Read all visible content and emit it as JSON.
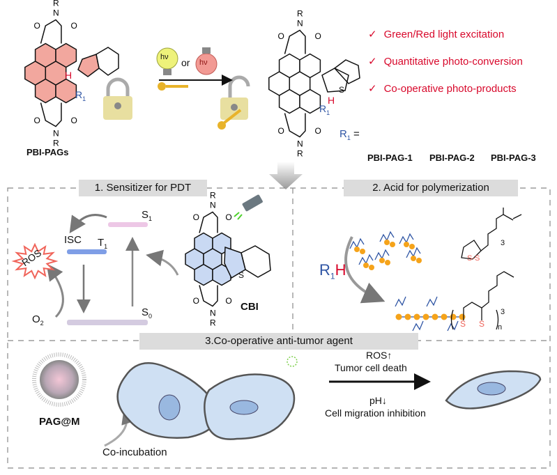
{
  "top": {
    "left_label": "PBI-PAGs",
    "or_label": "or",
    "hv_label": "hν",
    "features": [
      "Green/Red light excitation",
      "Quantitative photo-conversion",
      "Co-operative photo-products"
    ],
    "check_symbol": "✓",
    "r1_label": "R",
    "r1_sub": "1",
    "equals": "=",
    "variants": [
      "PBI-PAG-1",
      "PBI-PAG-2",
      "PBI-PAG-3"
    ],
    "atom_R": "R",
    "atom_H": "H",
    "atom_S": "S"
  },
  "panel1": {
    "title": "1. Sensitizer for PDT",
    "isc": "ISC",
    "t1": "T",
    "s1": "S",
    "s0": "S",
    "o2": "O",
    "ros": "ROS",
    "molecule": "CBI"
  },
  "panel2": {
    "title": "2. Acid for polymerization",
    "r1h_r": "R",
    "r1h_sub": "1",
    "r1h_h": "H",
    "subscript_3": "3",
    "subscript_n": "n"
  },
  "panel3": {
    "title": "3.Co-operative anti-tumor agent",
    "nanoparticle": "PAG@M",
    "coincubation": "Co-incubation",
    "ros_up": "ROS↑",
    "tumor_death": "Tumor cell death",
    "ph_down": "pH↓",
    "migration": "Cell migration inhibition"
  },
  "colors": {
    "red": "#d8082b",
    "salmon": "#f08d82",
    "blue": "#2f55a4",
    "lightblue": "#bcd1f2",
    "orange": "#f5a31a",
    "gray": "#8a8a8a"
  }
}
